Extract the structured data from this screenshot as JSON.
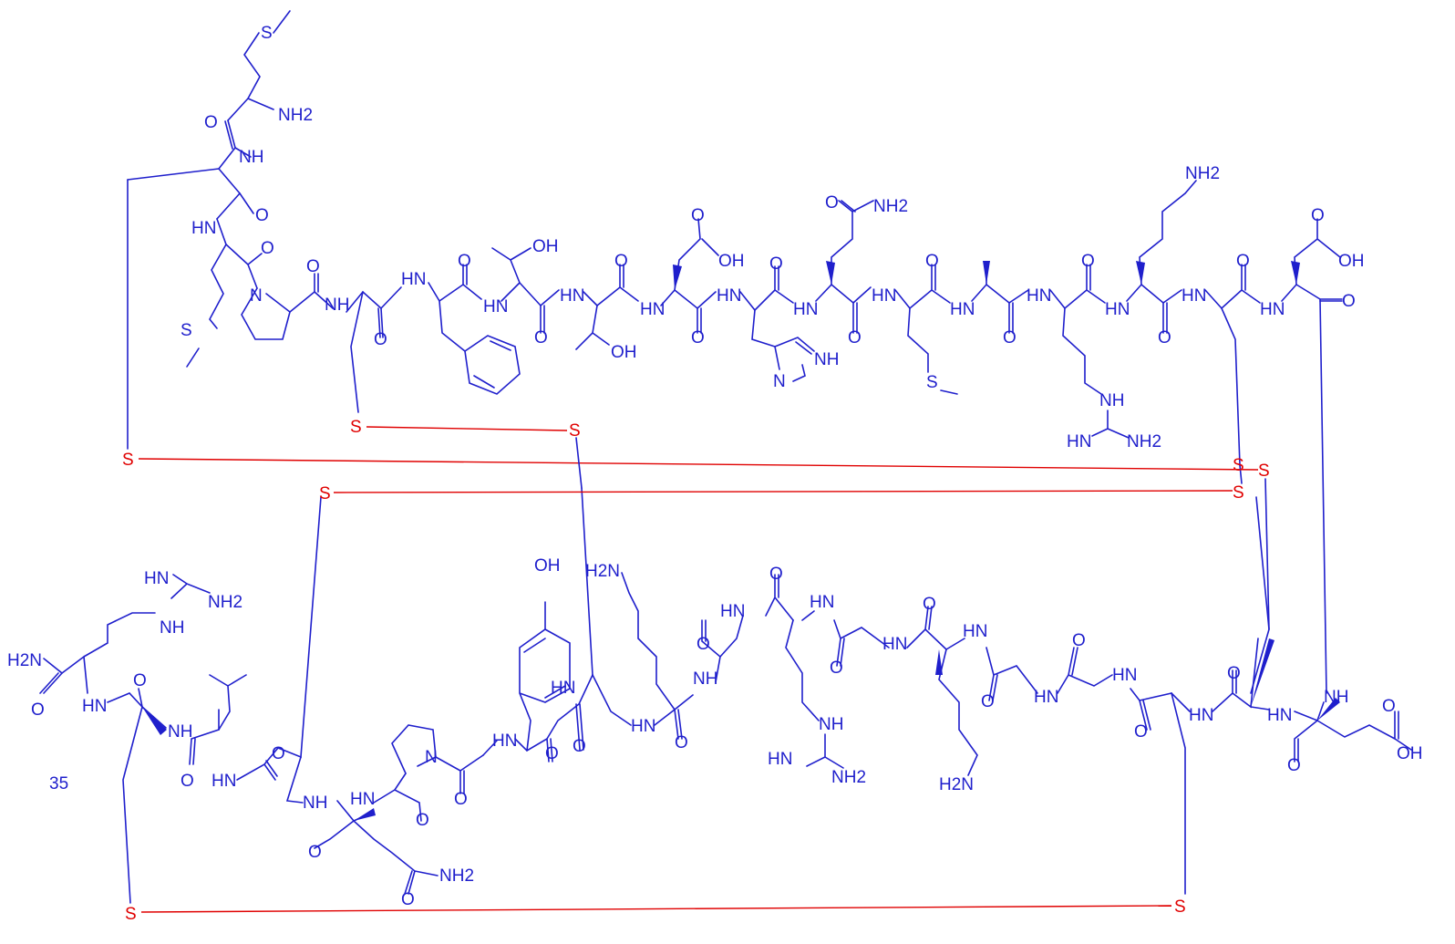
{
  "colors": {
    "backbone": "#1f1fcc",
    "disulfide": "#e00000",
    "background": "#ffffff"
  },
  "residue_number": "35",
  "atoms": {
    "met1_s": "S",
    "met1_nh2": "NH2",
    "met1_o": "O",
    "cys2_nh": "NH",
    "cys2_o": "O",
    "met3_hn": "HN",
    "met3_o": "O",
    "met3_s": "S",
    "pro4_n": "N",
    "pro4_o": "O",
    "cys5_nh": "NH",
    "cys5_o": "O",
    "cys5_s": "S",
    "phe6_hn": "HN",
    "phe6_o": "O",
    "thr7_oh": "OH",
    "thr7_hn": "HN",
    "thr7_o": "O",
    "thr8_hn": "HN",
    "thr8_oh": "OH",
    "thr8_o": "O",
    "asp9_oh_o": "O",
    "asp9_oh": "OH",
    "asp9_hn": "HN",
    "asp9_o": "O",
    "his10_hn": "HN",
    "his10_o": "O",
    "his10_nh": "NH",
    "his10_n": "N",
    "gln11_o": "O",
    "gln11_nh2": "NH2",
    "gln11_hn": "HN",
    "gln11_o2": "O",
    "met12_hn": "HN",
    "met12_o": "O",
    "met12_s": "S",
    "ala13_hn": "HN",
    "ala13_o": "O",
    "arg14_hn": "HN",
    "arg14_o": "O",
    "arg14_nh": "NH",
    "arg14_hn2": "HN",
    "arg14_nh2": "NH2",
    "lys15_nh2": "NH2",
    "lys15_hn": "HN",
    "lys15_o": "O",
    "cys16_hn": "HN",
    "cys16_o": "O",
    "asp17_o": "O",
    "asp17_oh": "OH",
    "asp17_hn": "HN",
    "asp17_o2": "O",
    "ss_a1": "S",
    "ss_a2": "S",
    "ss_b1": "S",
    "ss_b2": "S",
    "ss_c1": "S",
    "ss_c2": "S",
    "ss_d1": "S",
    "ss_d2": "S",
    "arg35_hn": "HN",
    "arg35_nh2": "NH2",
    "arg35_nh": "NH",
    "arg35_h2n": "H2N",
    "arg35_o": "O",
    "arg35_hn2": "HN",
    "cys34_o": "O",
    "cys34_nh": "NH",
    "leu33_o": "O",
    "leu33_hn": "HN",
    "cys32_o": "O",
    "cys32_nh": "NH",
    "gln31_o": "O",
    "gln31_hn": "HN",
    "gln31_o2": "O",
    "gln31_nh2": "NH2",
    "pro30_n": "N",
    "pro30_o": "O",
    "gly29_o": "O",
    "gly29_hn": "HN",
    "tyr28_oh": "OH",
    "tyr28_o": "O",
    "tyr28_hn": "HN",
    "cys27_o": "O",
    "cys27_hn": "HN",
    "lys26_h2n": "H2N",
    "lys26_o": "O",
    "lys26_nh": "NH",
    "gly25_hn": "HN",
    "gly25_o": "O",
    "arg24_o": "O",
    "arg24_hn": "HN",
    "arg24_nh": "NH",
    "arg24_hn2": "HN",
    "arg24_nh2": "NH2",
    "gly23_o": "O",
    "gly23_hn": "HN",
    "lys22_hn": "HN",
    "lys22_o": "O",
    "lys22_h2n": "H2N",
    "gly21_o": "O",
    "gly21_hn": "HN",
    "gly20_o": "O",
    "gly20_hn": "HN",
    "cys19_o": "O",
    "cys19_hn": "HN",
    "cys18_o": "O",
    "cys18_hn": "HN",
    "asp17b_nh": "NH",
    "asp17b_o": "O",
    "asp17b_o2": "O",
    "asp17b_oh": "OH"
  }
}
